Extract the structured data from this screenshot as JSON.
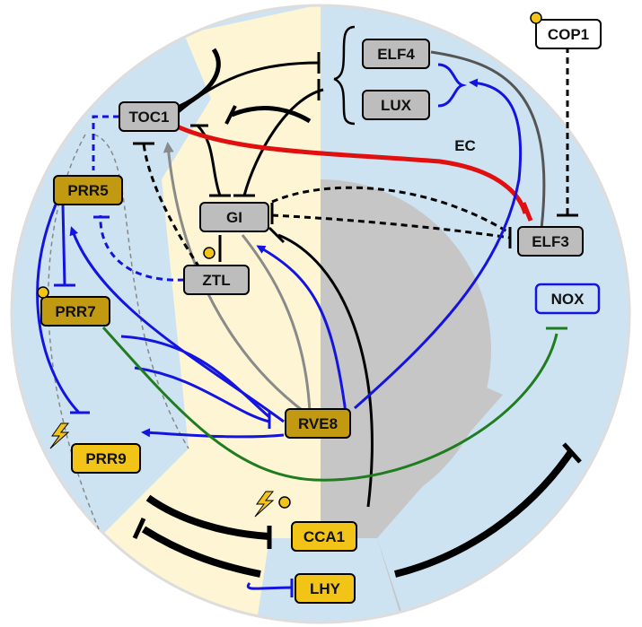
{
  "diagram": {
    "nodes": {
      "toc1": "TOC1",
      "elf4": "ELF4",
      "lux": "LUX",
      "ec": "EC",
      "cop1": "COP1",
      "gi": "GI",
      "elf3": "ELF3",
      "prr5": "PRR5",
      "ztl": "ZTL",
      "prr7": "PRR7",
      "nox": "NOX",
      "rve8": "RVE8",
      "prr9": "PRR9",
      "cca1": "CCA1",
      "lhy": "LHY"
    },
    "colors": {
      "light_blue": "#cde3f1",
      "cream": "#fdf5d3",
      "gray": "#c6c6c6",
      "gray_node": "#bdbdbd",
      "gold_dark": "#c19a12",
      "gold_light": "#f2c418",
      "blue_line": "#1414e0",
      "red_line": "#e01010",
      "green_line": "#1f7d1f",
      "black_line": "#000000",
      "gray_line": "#8a8a8a"
    },
    "icons": [
      "light-bolt-icon",
      "light-sensor-dot-icon"
    ]
  }
}
